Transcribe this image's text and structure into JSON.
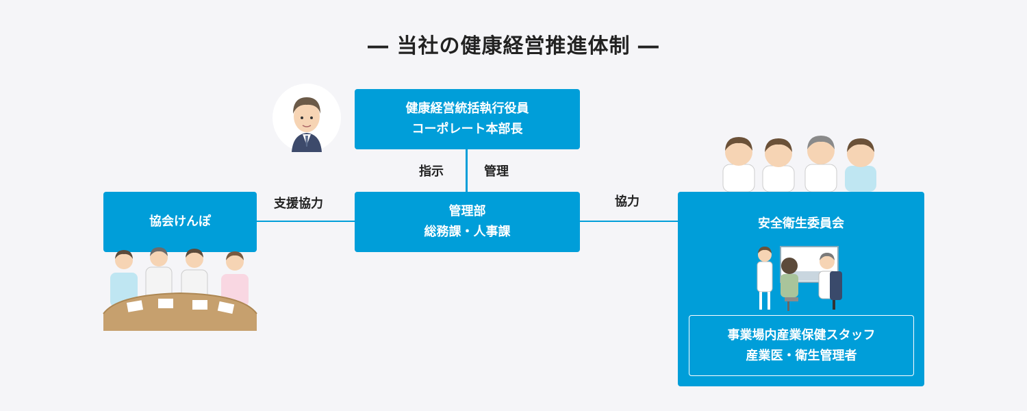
{
  "title": "―  当社の健康経営推進体制  ―",
  "exec_box": {
    "line1": "健康経営統括執行役員",
    "line2": "コーポレート本部長"
  },
  "mgmt_box": {
    "line1": "管理部",
    "line2": "総務課・人事課"
  },
  "kyokai_box": {
    "label": "協会けんぽ"
  },
  "safety_box": {
    "label": "安全衛生委員会",
    "sub_line1": "事業場内産業保健スタッフ",
    "sub_line2": "産業医・衛生管理者"
  },
  "edge_labels": {
    "instruct": "指示",
    "manage": "管理",
    "support": "支援協力",
    "cooperate": "協力"
  },
  "colors": {
    "accent": "#009ed9",
    "background": "#f5f5f8",
    "text": "#222222"
  },
  "illustrations": [
    "executive-avatar-icon",
    "health-staff-group-icon",
    "meeting-table-icon",
    "consultation-scene-icon"
  ]
}
